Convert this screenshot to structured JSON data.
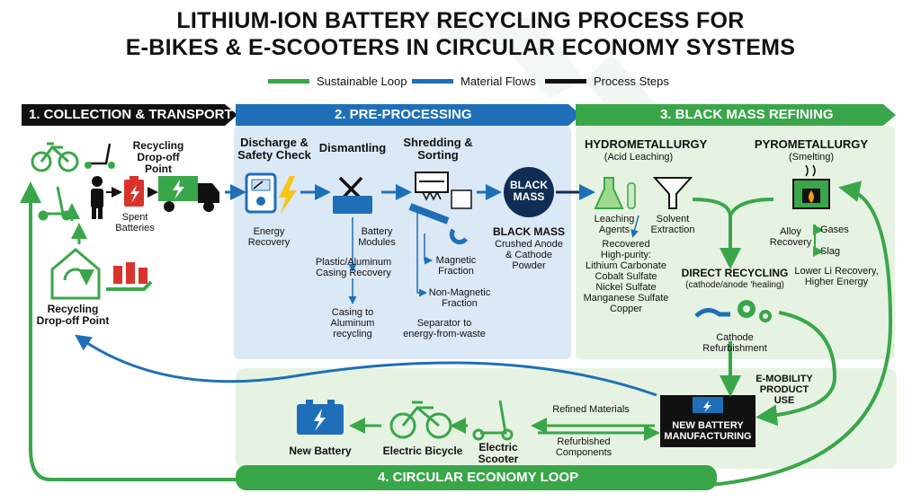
{
  "title": {
    "line1": "LITHIUM-ION BATTERY RECYCLING PROCESS FOR",
    "line2": "E-BIKES & E-SCOOTERS IN CIRCULAR ECONOMY SYSTEMS"
  },
  "legend": {
    "sustainable": "Sustainable Loop",
    "material": "Material Flows",
    "process": "Process Steps",
    "colors": {
      "green": "#3aa64a",
      "blue": "#1f6fb8",
      "black": "#111111"
    }
  },
  "sections": {
    "s1": "1. COLLECTION & TRANSPORT",
    "s2": "2. PRE-PROCESSING",
    "s3": "3. BLACK MASS REFINING",
    "s4": "4. CIRCULAR ECONOMY LOOP"
  },
  "collection": {
    "dropoff_top": "Recycling Drop-off Point",
    "spent_batteries": "Spent Batteries",
    "dropoff_bottom": "Recycling Drop-off Point"
  },
  "preprocessing": {
    "discharge": "Discharge & Safety Check",
    "energy_recovery": "Energy Recovery",
    "dismantling": "Dismantling",
    "battery_modules": "Battery Modules",
    "plastic_casing": "Plastic/Aluminum Casing Recovery",
    "casing_recycling": "Casing to Aluminum recycling",
    "shredding": "Shredding & Sorting",
    "magnetic": "Magnetic Fraction",
    "non_magnetic": "Non-Magnetic Fraction",
    "separator": "Separator to energy-from-waste",
    "black_mass_icon": "BLACK MASS",
    "black_mass_title": "BLACK MASS",
    "black_mass_desc": "Crushed Anode & Cathode Powder"
  },
  "refining": {
    "hydro_title": "HYDROMETALLURGY",
    "hydro_sub": "(Acid Leaching)",
    "leaching": "Leaching Agents",
    "solvent": "Solvent Extraction",
    "recovered": [
      "Recovered",
      "High-purity:",
      "Lithium Carbonate",
      "Cobalt Sulfate",
      "Nickel Sulfate",
      "Manganese Sulfate",
      "Copper"
    ],
    "pyro_title": "PYROMETALLURGY",
    "pyro_sub": "(Smelting)",
    "alloy": "Alloy Recovery",
    "gases": "Gases",
    "slag": "Slag",
    "pyro_note": "Lower Li Recovery, Higher Energy",
    "direct_title": "DIRECT RECYCLING",
    "direct_sub": "(cathode/anode 'healing)",
    "cathode_refurb": "Cathode Refurbishment"
  },
  "loop": {
    "emobility": "E-MOBILITY PRODUCT USE",
    "new_battery_mfg": "NEW BATTERY MANUFACTURING",
    "refined_materials": "Refined Materials",
    "refurbished_components": "Refurbished Components",
    "electric_scooter": "Electric Scooter",
    "electric_bicycle": "Electric Bicycle",
    "new_battery": "New Battery"
  }
}
